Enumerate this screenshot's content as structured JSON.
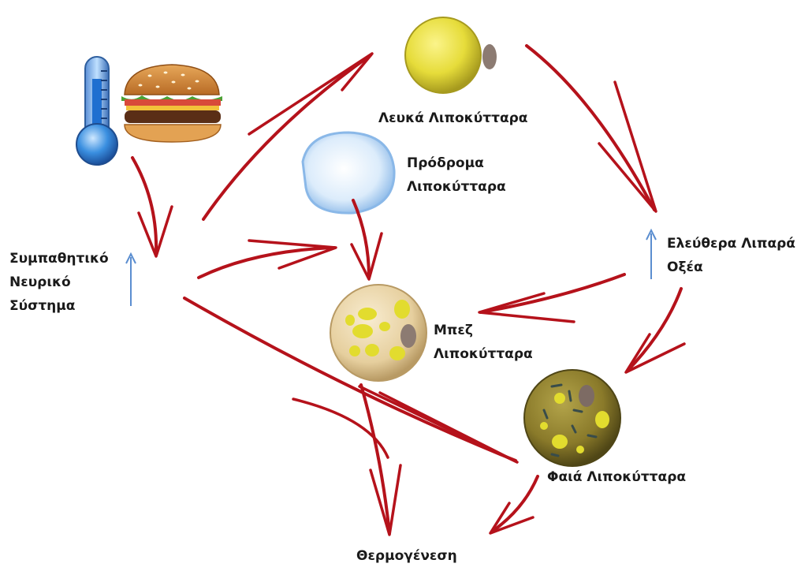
{
  "labels": {
    "white": "Λευκά Λιποκύτταρα",
    "precursor": [
      "Πρόδρομα",
      "Λιποκύτταρα"
    ],
    "sympathetic": [
      "Συμπαθητικό",
      "Νευρικό",
      "Σύστημα"
    ],
    "ffa": [
      "Ελεύθερα Λιπαρά",
      "Οξέα"
    ],
    "beige": [
      "Μπεζ",
      "Λιποκύτταρα"
    ],
    "brown": "Φαιά Λιποκύτταρα",
    "thermo": "Θερμογένεση"
  },
  "colors": {
    "arrow": "#b5121b",
    "up_arrow": "#5b8ed0",
    "white_cell": "#e6dc3a",
    "precursor_cell": "#cfe4fa",
    "beige_cell": "#e9d5a8",
    "brown_cell": "#8a7a2a",
    "droplet": "#e2dc2e",
    "nucleus": "#8c7b72"
  },
  "icons": [
    "thermometer-icon",
    "hamburger-icon"
  ]
}
